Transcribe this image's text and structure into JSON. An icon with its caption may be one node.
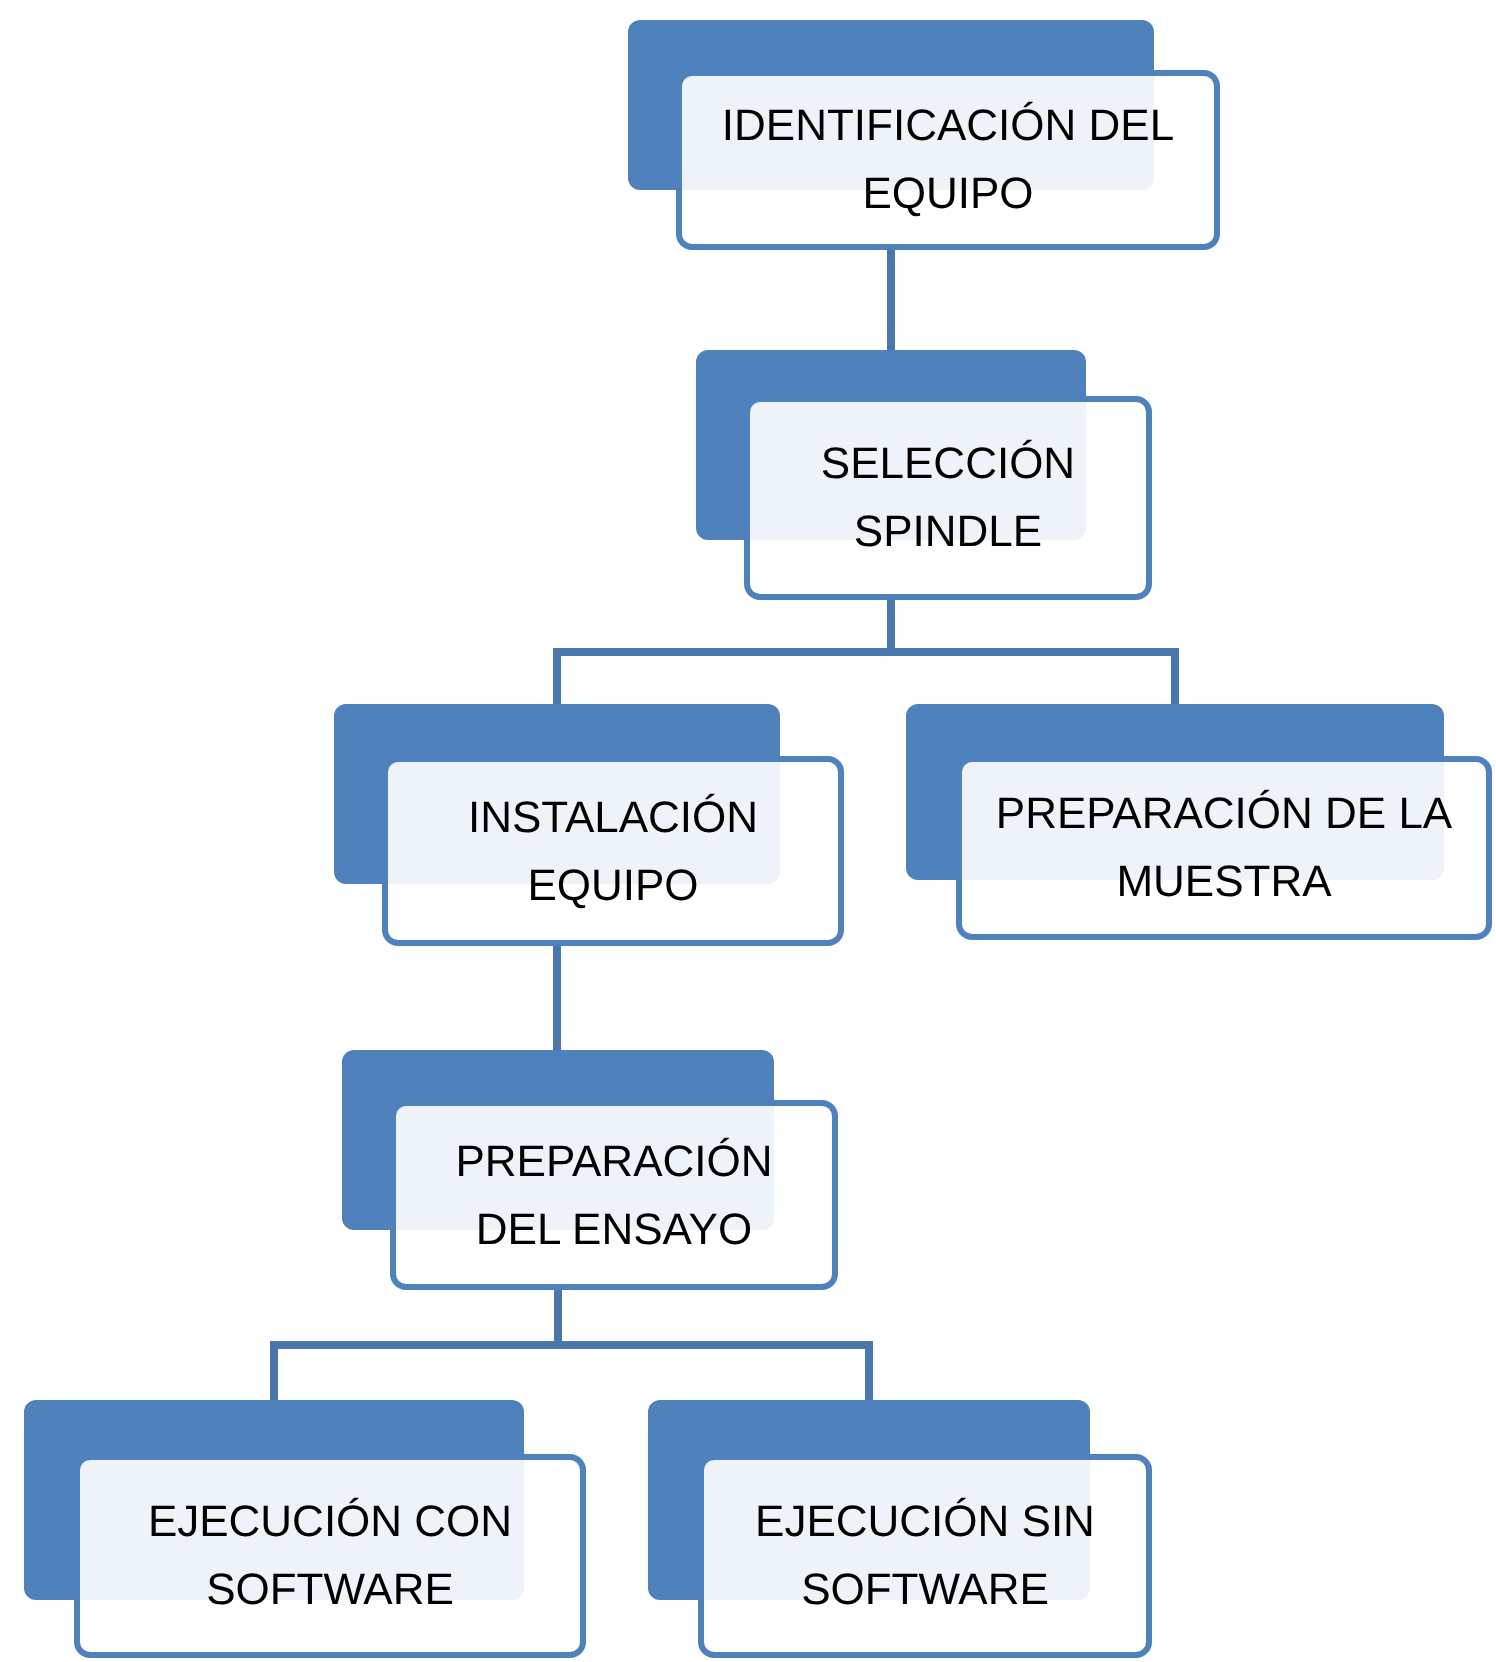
{
  "diagram": {
    "nodes": [
      {
        "text": [
          "IDENTIFICACIÓN DEL EQUIPO"
        ]
      },
      {
        "text": [
          "SELECCIÓN SPINDLE"
        ]
      },
      {
        "text": [
          "INSTALACIÓN EQUIPO"
        ]
      },
      {
        "text": [
          "PREPARACIÓN DE LA MUESTRA"
        ]
      },
      {
        "text": [
          "PREPARACIÓN DEL ENSAYO"
        ]
      },
      {
        "text": [
          "EJECUCIÓN CON SOFTWARE"
        ]
      },
      {
        "text": [
          "EJECUCIÓN SIN SOFTWARE"
        ]
      }
    ],
    "edges": [
      {
        "from": 0,
        "to": 1,
        "arrow": "none"
      },
      {
        "from": 1,
        "to": 2,
        "arrow": "none"
      },
      {
        "from": 1,
        "to": 3,
        "arrow": "none"
      },
      {
        "from": 2,
        "to": 4,
        "arrow": "none"
      },
      {
        "from": 4,
        "to": 5,
        "arrow": "none"
      },
      {
        "from": 4,
        "to": 6,
        "arrow": "none"
      }
    ]
  }
}
